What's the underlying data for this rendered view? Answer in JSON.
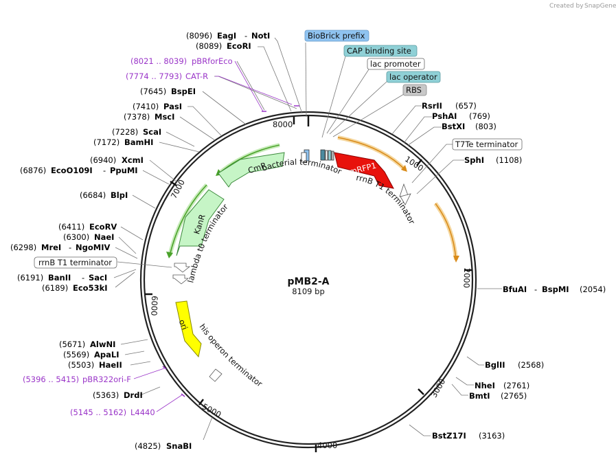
{
  "watermark": {
    "created_by": "Created by",
    "brand": "SnapGene"
  },
  "plasmid": {
    "name": "pMB2-A",
    "length": "8109 bp"
  },
  "scale_ticks": [
    "1000",
    "2000",
    "3000",
    "4000",
    "5000",
    "6000",
    "7000",
    "8000"
  ],
  "sites_left": [
    {
      "pos": "(8096)",
      "name": "EagI",
      "extra": "NotI"
    },
    {
      "pos": "(8089)",
      "name": "EcoRI",
      "extra": ""
    },
    {
      "pos": "(7645)",
      "name": "BspEI",
      "extra": ""
    },
    {
      "pos": "(7410)",
      "name": "PasI",
      "extra": ""
    },
    {
      "pos": "(7378)",
      "name": "MscI",
      "extra": ""
    },
    {
      "pos": "(7228)",
      "name": "ScaI",
      "extra": ""
    },
    {
      "pos": "(7172)",
      "name": "BamHI",
      "extra": ""
    },
    {
      "pos": "(6940)",
      "name": "XcmI",
      "extra": ""
    },
    {
      "pos": "(6876)",
      "name": "EcoO109I",
      "extra": "PpuMI"
    },
    {
      "pos": "(6684)",
      "name": "BlpI",
      "extra": ""
    },
    {
      "pos": "(6411)",
      "name": "EcoRV",
      "extra": ""
    },
    {
      "pos": "(6300)",
      "name": "NaeI",
      "extra": ""
    },
    {
      "pos": "(6298)",
      "name": "MreI",
      "extra": "NgoMIV"
    },
    {
      "pos": "(6191)",
      "name": "BanII",
      "extra": "SacI"
    },
    {
      "pos": "(6189)",
      "name": "Eco53kI",
      "extra": ""
    },
    {
      "pos": "(5671)",
      "name": "AlwNI",
      "extra": ""
    },
    {
      "pos": "(5569)",
      "name": "ApaLI",
      "extra": ""
    },
    {
      "pos": "(5503)",
      "name": "HaeII",
      "extra": ""
    },
    {
      "pos": "(5363)",
      "name": "DrdI",
      "extra": ""
    },
    {
      "pos": "(4825)",
      "name": "SnaBI",
      "extra": ""
    }
  ],
  "sites_right": [
    {
      "name": "RsrII",
      "pos": "(657)"
    },
    {
      "name": "PshAI",
      "pos": "(769)"
    },
    {
      "name": "BstXI",
      "pos": "(803)"
    },
    {
      "name": "SphI",
      "pos": "(1108)"
    },
    {
      "name": "BfuAI",
      "extra": "BspMI",
      "pos": "(2054)"
    },
    {
      "name": "BglII",
      "pos": "(2568)"
    },
    {
      "name": "NheI",
      "pos": "(2761)"
    },
    {
      "name": "BmtI",
      "pos": "(2765)"
    },
    {
      "name": "BstZ17I",
      "pos": "(3163)"
    }
  ],
  "primers": [
    {
      "range": "(8021 .. 8039)",
      "name": "pBRforEco"
    },
    {
      "range": "(7774 .. 7793)",
      "name": "CAT-R"
    },
    {
      "range": "(5396 .. 5415)",
      "name": "pBR322ori-F"
    },
    {
      "range": "(5145 .. 5162)",
      "name": "L4440"
    }
  ],
  "feature_boxes": [
    {
      "label": "BioBrick prefix",
      "fill": "#8fc3f0"
    },
    {
      "label": "CAP binding site",
      "fill": "#8fd0d6"
    },
    {
      "label": "lac promoter",
      "fill": "#ffffff"
    },
    {
      "label": "lac operator",
      "fill": "#8fd0d6"
    },
    {
      "label": "RBS",
      "fill": "#c8c8c8"
    },
    {
      "label": "T7Te terminator",
      "fill": "#ffffff"
    },
    {
      "label": "rrnB T1 terminator",
      "fill": "#ffffff"
    }
  ],
  "features": [
    {
      "name": "CmR",
      "color": "#c6f5c6"
    },
    {
      "name": "KanR",
      "color": "#c6f5c6"
    },
    {
      "name": "mRFP1",
      "color": "#e8120c"
    },
    {
      "name": "ori",
      "color": "#ffff00"
    }
  ],
  "arc_labels": {
    "bacterial_terminator": "bacterial terminator",
    "rrnb_t1_terminator": "rrnB T1 terminator",
    "lambda_t0_terminator": "lambda t0 terminator",
    "his_operon_terminator": "his operon terminator"
  },
  "colors": {
    "primer": "#9a35c8",
    "orf_orange": "#d98b1a",
    "orf_green": "#4aa22a",
    "ring": "#222222"
  }
}
